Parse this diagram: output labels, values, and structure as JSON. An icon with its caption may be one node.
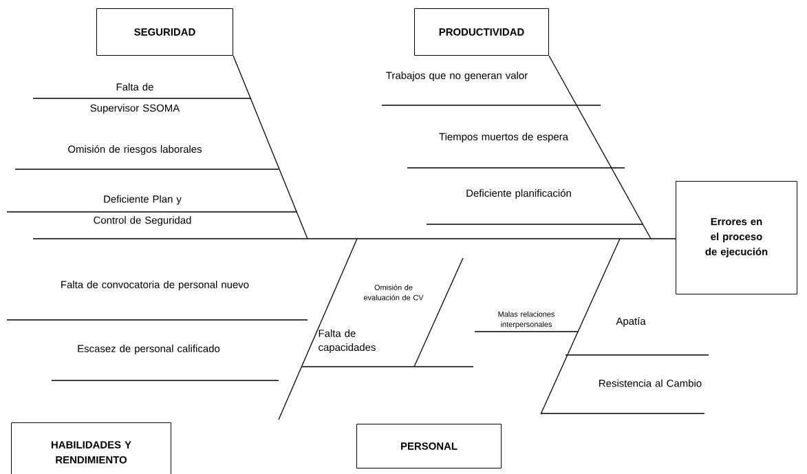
{
  "diagram": {
    "nodes": [
      {
        "text": [
          "SEGURIDAD"
        ]
      },
      {
        "text": [
          "PRODUCTIVIDAD"
        ]
      },
      {
        "text": [
          "Errores en el proceso de ejecución"
        ]
      },
      {
        "text": [
          "HABILIDADES Y RENDIMIENTO"
        ]
      },
      {
        "text": [
          "PERSONAL"
        ]
      }
    ],
    "edges": [
      {
        "from": null,
        "to": 2,
        "arrow": "none"
      },
      {
        "from": 0,
        "to": null,
        "arrow": "none"
      },
      {
        "from": 1,
        "to": null,
        "arrow": "none"
      }
    ],
    "labels": [
      "Falta de Supervisor SSOMA",
      "Trabajos que no generan valor",
      "Omisión de riesgos laborales",
      "Tiempos muertos de espera",
      "Deficiente Plan y Control de Seguridad",
      "Deficiente planificación",
      "Falta de convocatoria de personal nuevo",
      "Omisión de evaluación de CV",
      "Malas relaciones interpersonales",
      "Apatía",
      "Falta de capacidades",
      "Escasez de personal calificado",
      "Resistencia al Cambio"
    ]
  }
}
